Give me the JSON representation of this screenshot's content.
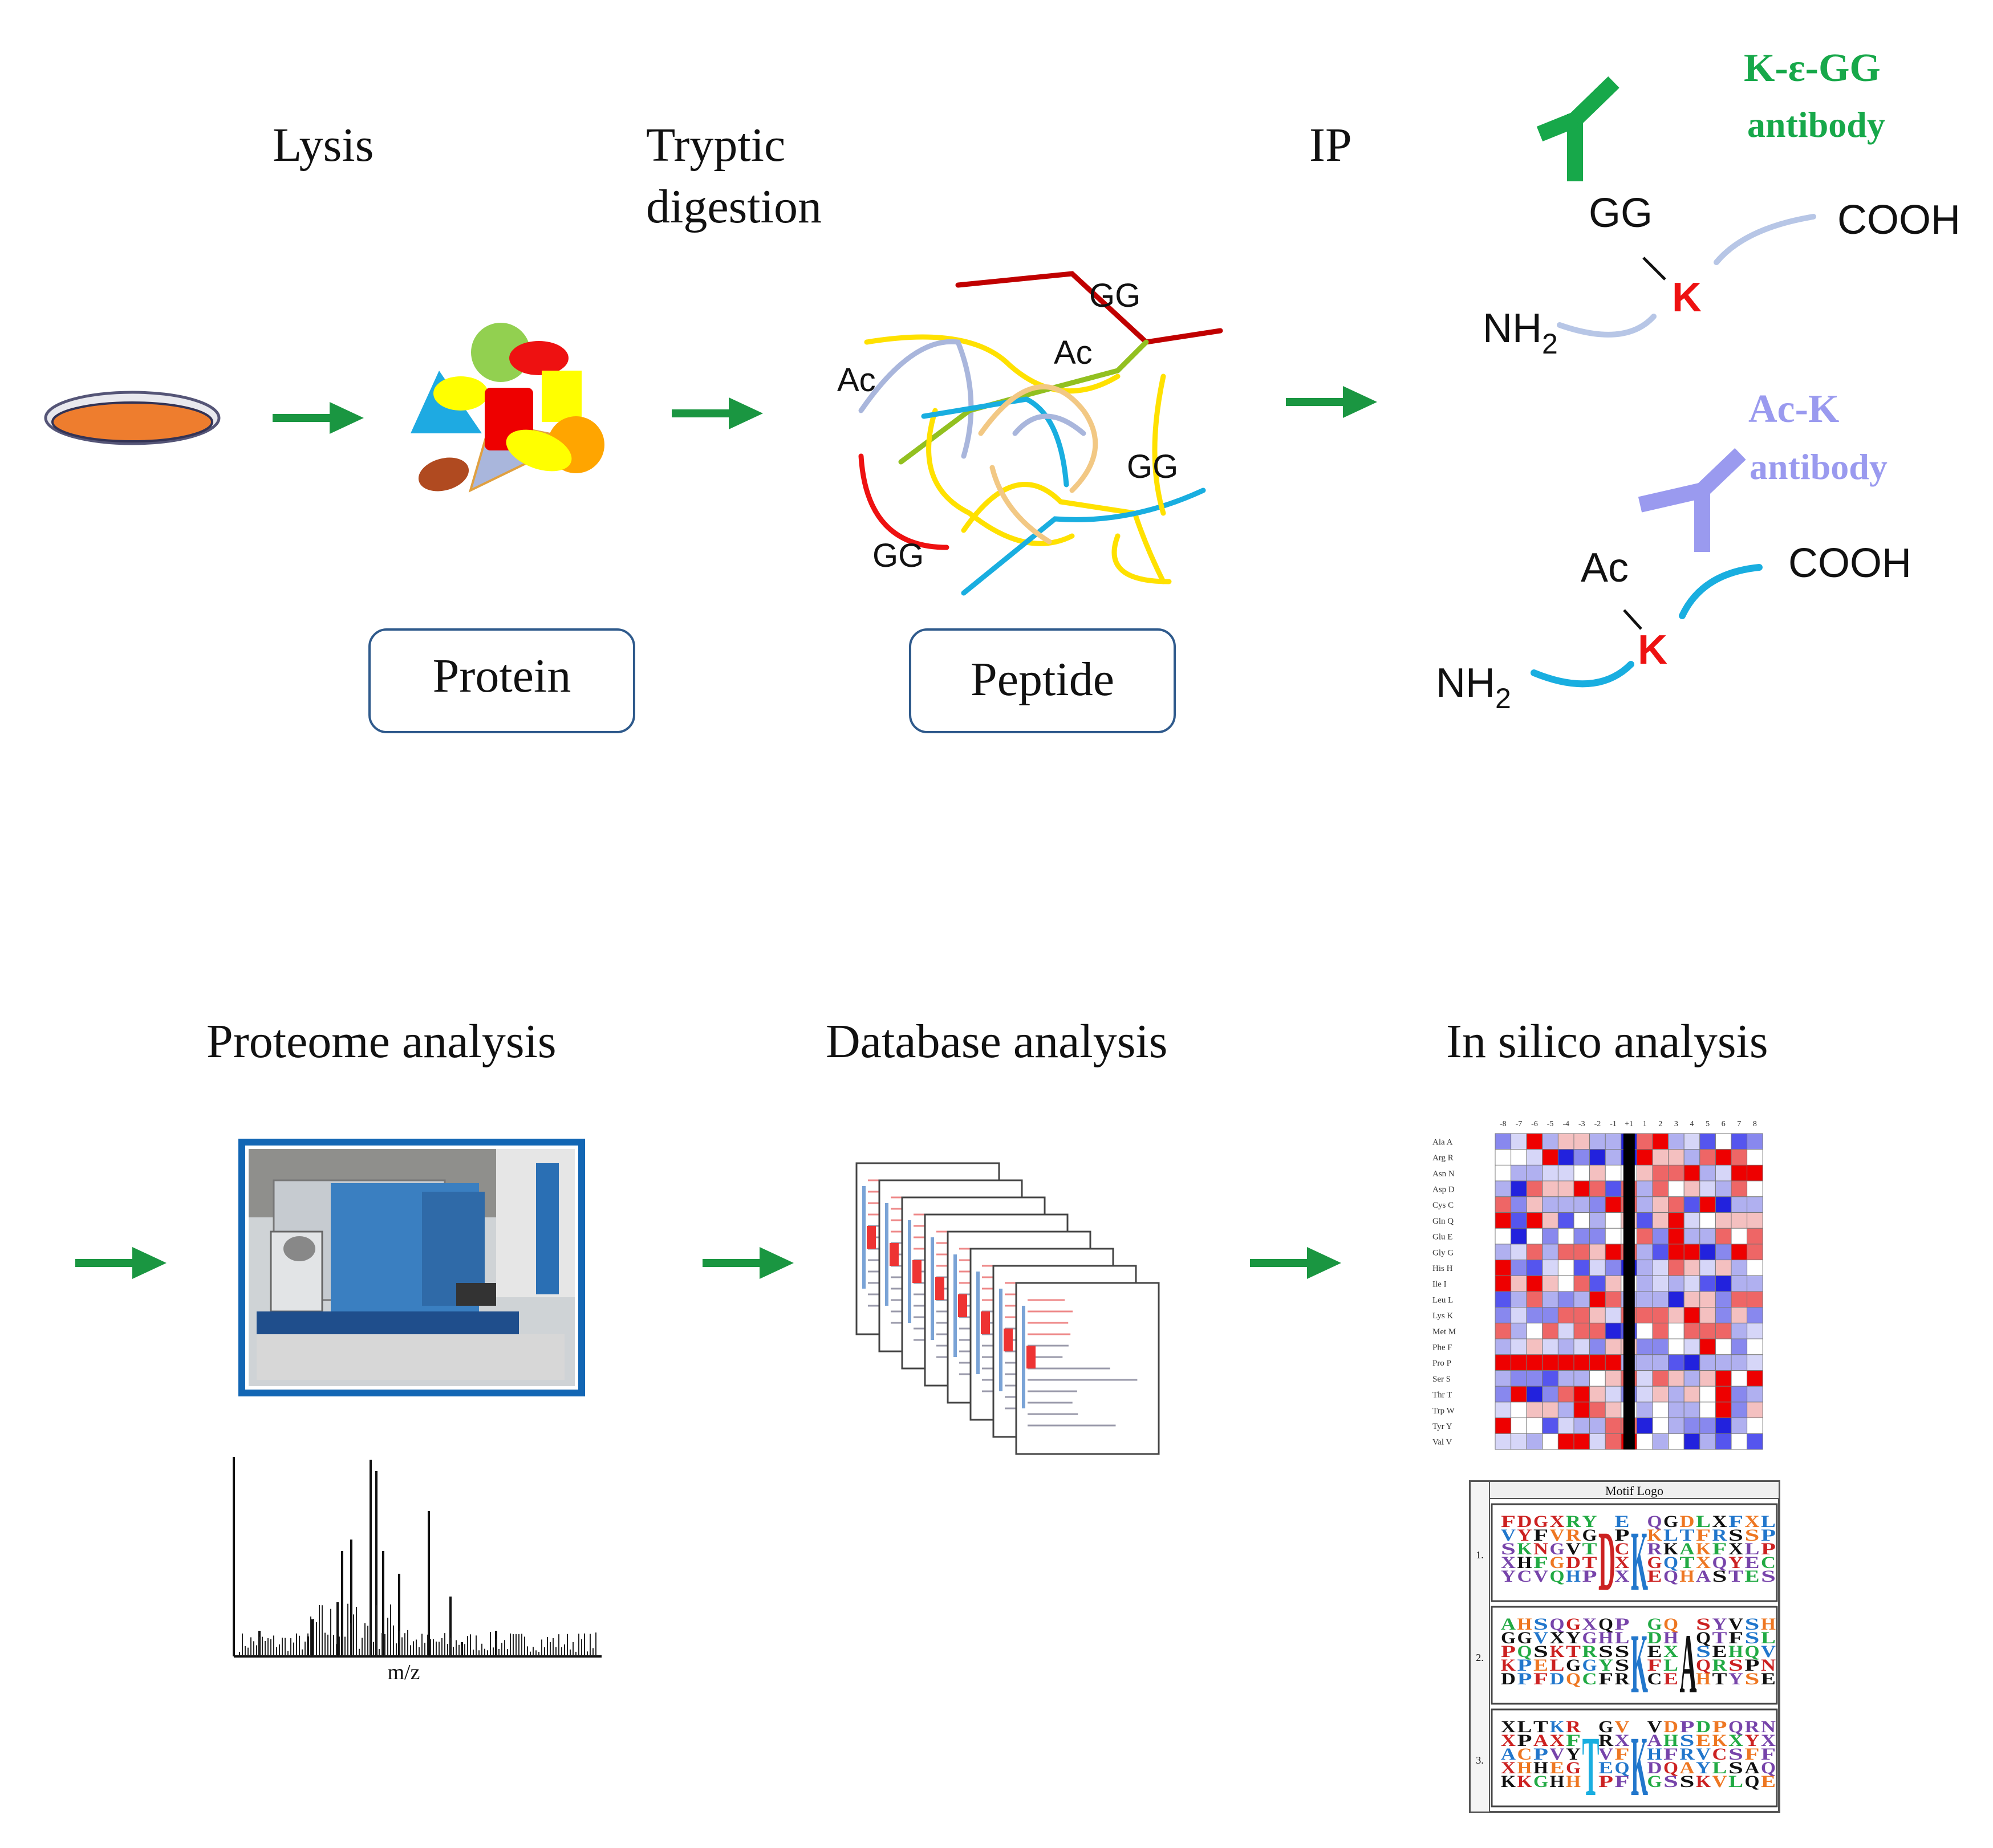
{
  "steps": {
    "lysis": "Lysis",
    "digestion_line1": "Tryptic",
    "digestion_line2": "digestion",
    "ip": "IP",
    "proteome": "Proteome analysis",
    "database": "Database analysis",
    "insilico": "In silico analysis"
  },
  "boxes": {
    "protein": "Protein",
    "peptide": "Peptide"
  },
  "peptide_labels": {
    "ac1": "Ac",
    "ac2": "Ac",
    "gg1": "GG",
    "gg2": "GG",
    "gg3": "GG"
  },
  "ggk": {
    "antibody_line1": "K-ε-GG",
    "antibody_line2": "antibody",
    "mod": "GG",
    "residue": "K",
    "n_term": "NH",
    "n_sub": "2",
    "c_term": "COOH"
  },
  "ack": {
    "antibody_line1": "Ac-K",
    "antibody_line2": "antibody",
    "mod": "Ac",
    "residue": "K",
    "n_term": "NH",
    "n_sub": "2",
    "c_term": "COOH"
  },
  "spectrum": {
    "xlabel": "m/z"
  },
  "heatmap": {
    "columns": [
      "-8",
      "-7",
      "-6",
      "-5",
      "-4",
      "-3",
      "-2",
      "-1",
      "+1",
      "1",
      "2",
      "3",
      "4",
      "5",
      "6",
      "7",
      "8"
    ],
    "rows": [
      "Ala A",
      "Arg R",
      "Asn N",
      "Asp D",
      "Cys C",
      "Gln Q",
      "Glu E",
      "Gly G",
      "His H",
      "Ile I",
      "Leu L",
      "Lys K",
      "Met M",
      "Phe F",
      "Pro P",
      "Ser S",
      "Thr T",
      "Trp W",
      "Tyr Y",
      "Val V"
    ]
  },
  "motif": {
    "title": "Motif Logo",
    "rows": [
      "1.",
      "2.",
      "3."
    ]
  },
  "colors": {
    "arrow": "#1a9641",
    "ggk_antibody": "#17a84a",
    "ack_antibody": "#9a9aef",
    "residue": "#ee1111",
    "ggk_chain": "#b7c6e6",
    "ack_chain": "#19aee0",
    "frame_blue": "#1266b4"
  }
}
